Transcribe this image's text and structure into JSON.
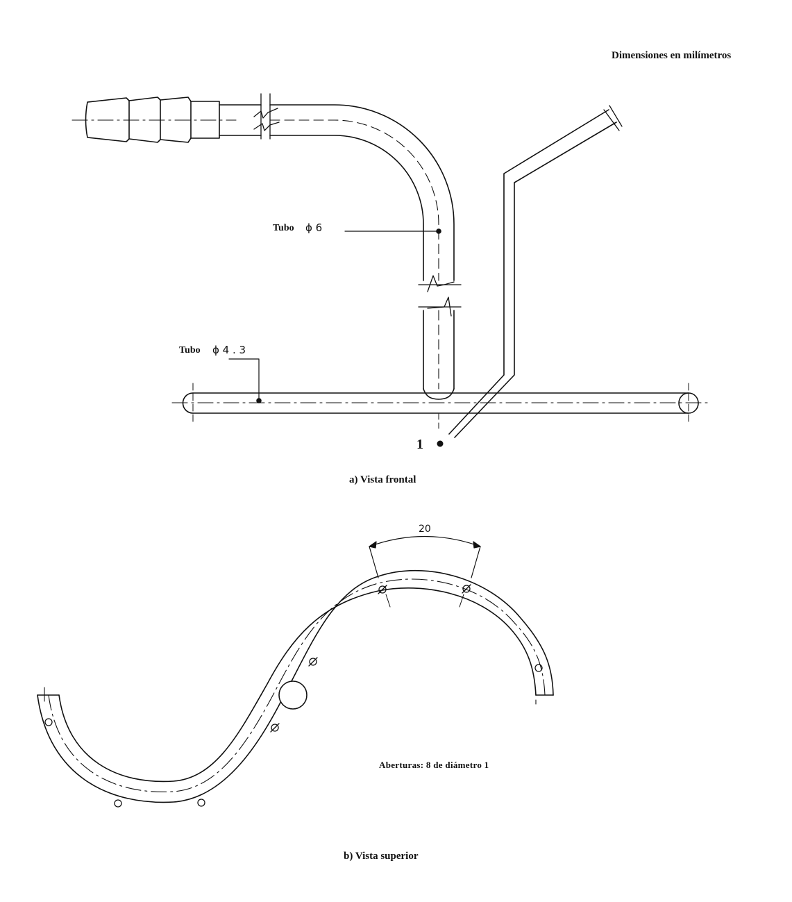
{
  "header": {
    "units_note": "Dimensiones en milímetros"
  },
  "front_view": {
    "tube_6_label": "Tubo",
    "tube_6_dim": "ϕ 6",
    "tube_43_label": "Tubo",
    "tube_43_dim": "ϕ 4 . 3",
    "part_number": "1",
    "caption": "a) Vista frontal"
  },
  "top_view": {
    "arc_dimension": "20",
    "openings_note": "Aberturas: 8 de diámetro 1",
    "caption": "b) Vista superior"
  }
}
